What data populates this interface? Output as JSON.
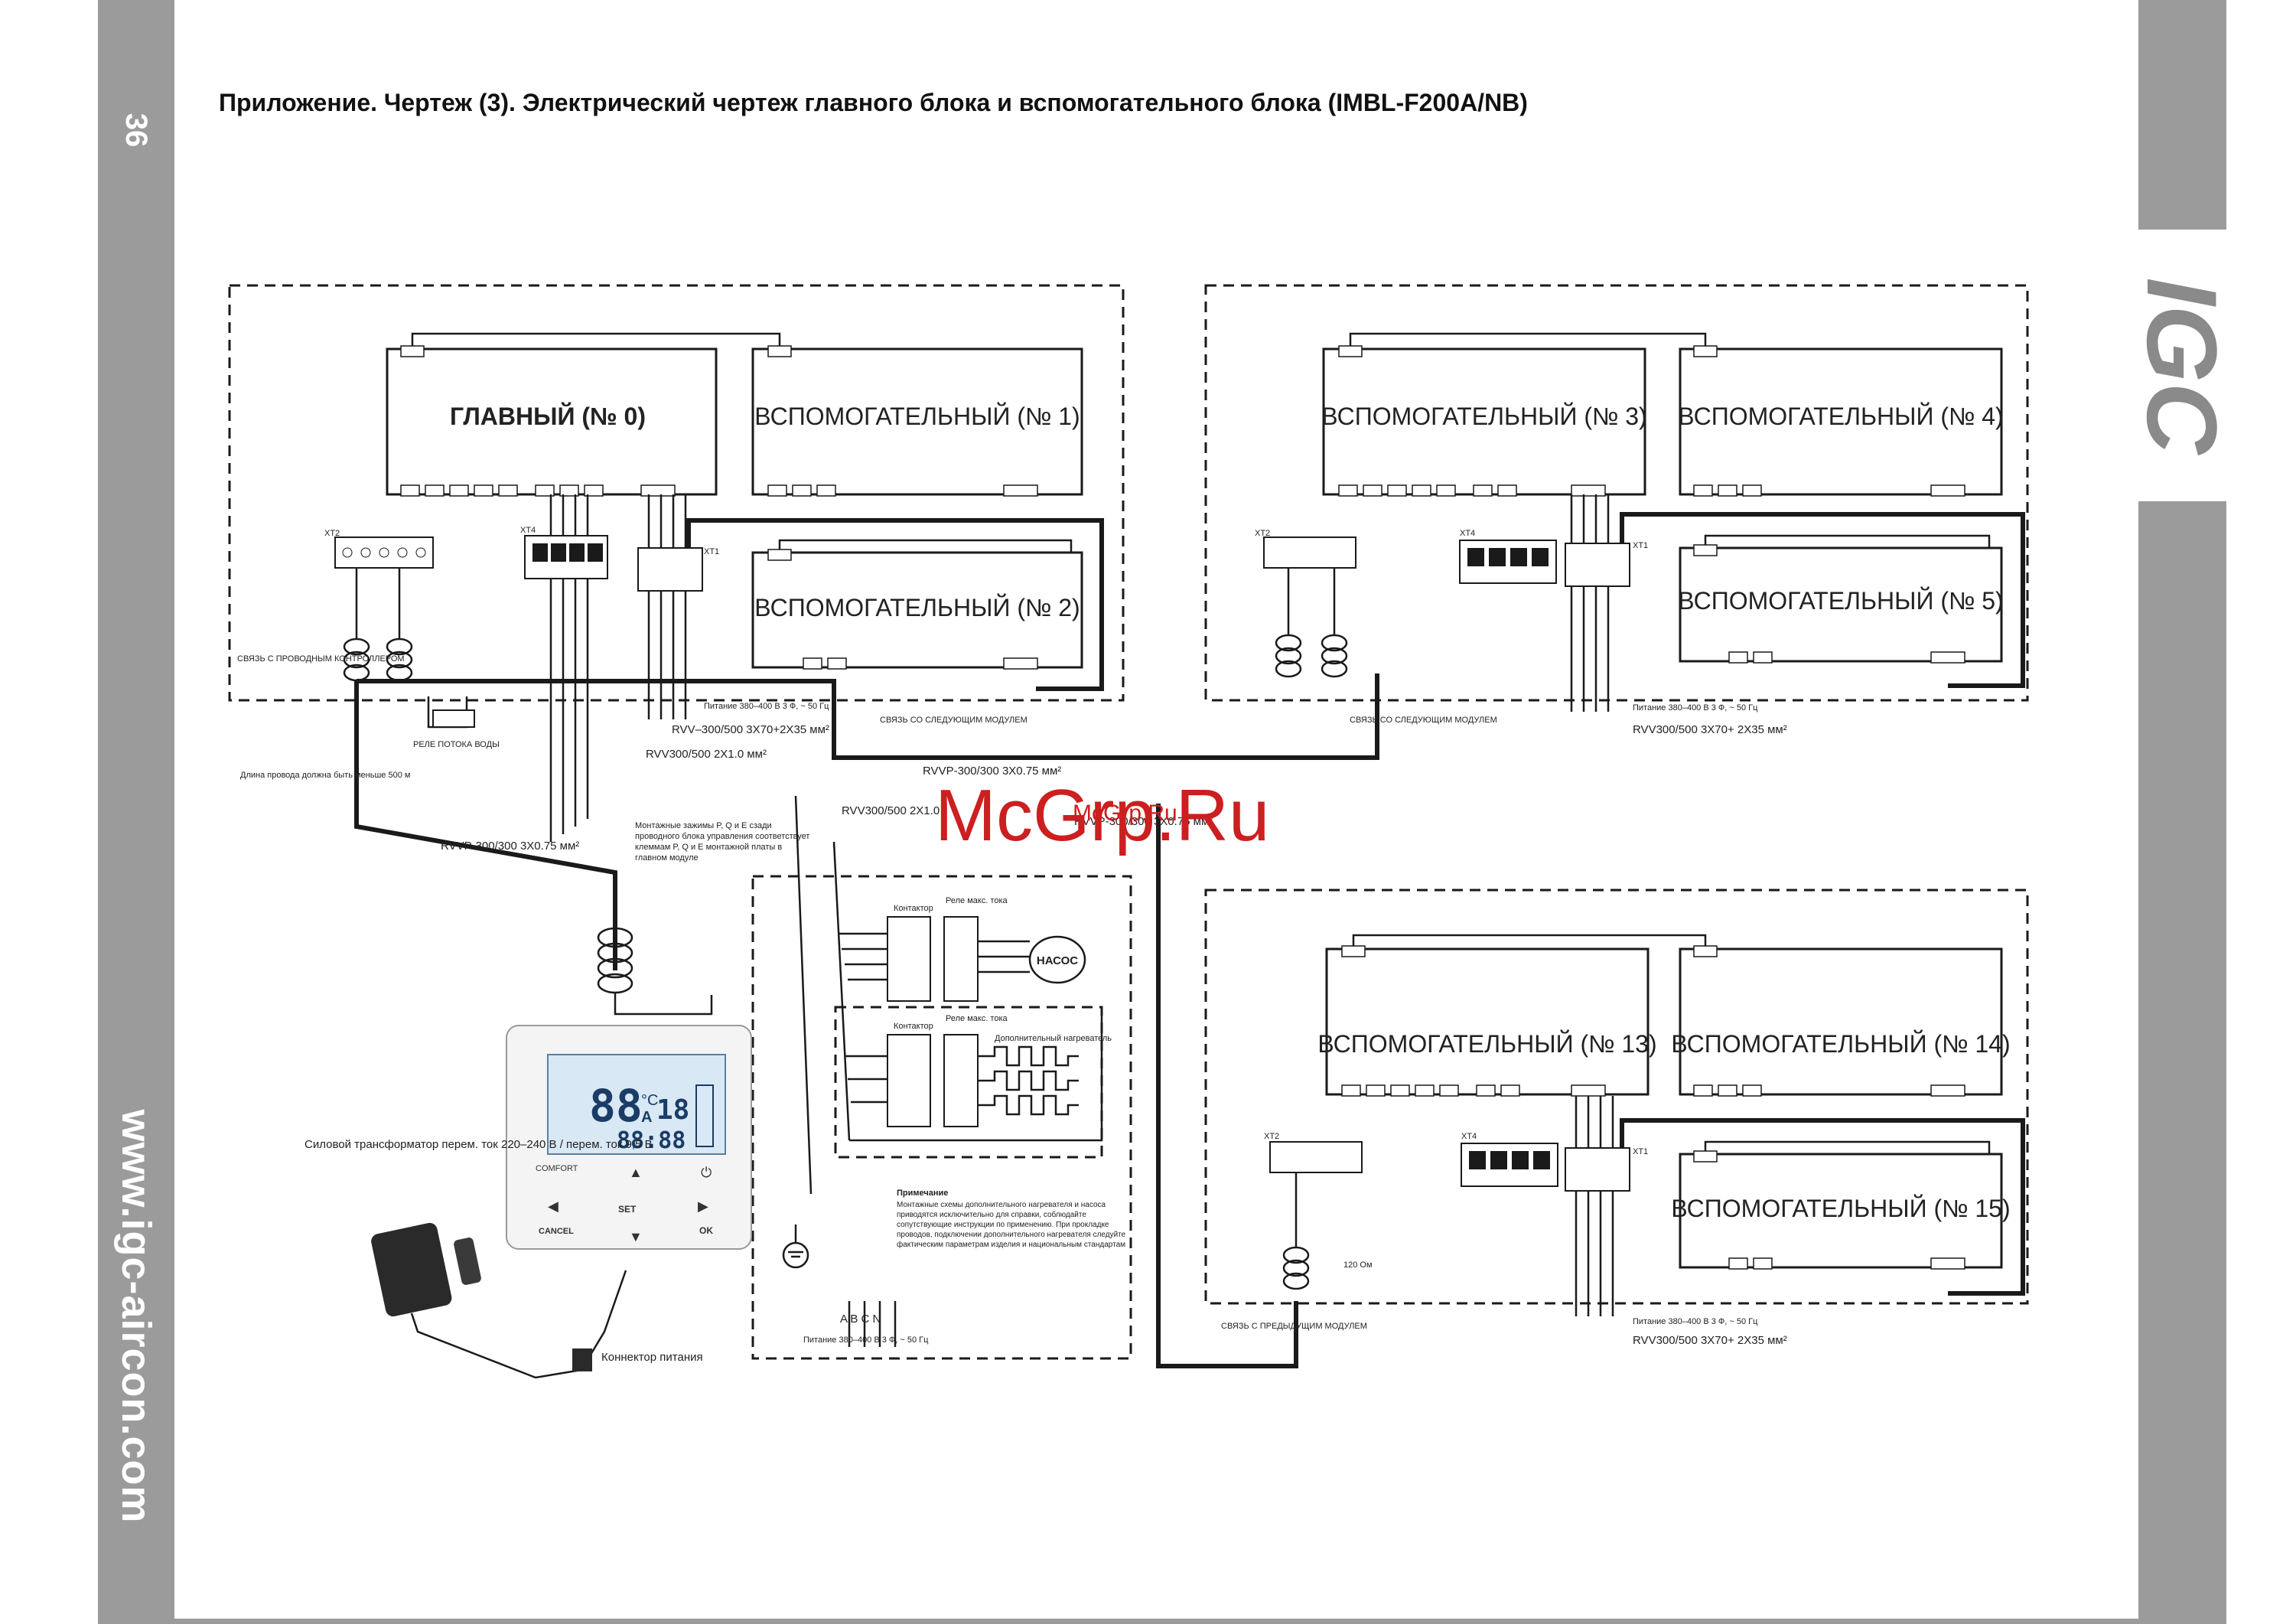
{
  "page": {
    "number": "36",
    "title": "Приложение. Чертеж (3). Электрический чертеж главного блока и вспомогательного блока (IMBL-F200A/NB)",
    "brand": "IGC",
    "url": "www.igc-aircon.com",
    "watermark_main": "McGrp.Ru",
    "watermark_small": "McGrp.Ru"
  },
  "units": {
    "main": "ГЛАВНЫЙ (№ 0)",
    "aux1": "ВСПОМОГАТЕЛЬНЫЙ (№ 1)",
    "aux2": "ВСПОМОГАТЕЛЬНЫЙ (№ 2)",
    "aux3": "ВСПОМОГАТЕЛЬНЫЙ (№ 3)",
    "aux4": "ВСПОМОГАТЕЛЬНЫЙ (№ 4)",
    "aux5": "ВСПОМОГАТЕЛЬНЫЙ (№ 5)",
    "aux13": "ВСПОМОГАТЕЛЬНЫЙ (№ 13)",
    "aux14": "ВСПОМОГАТЕЛЬНЫЙ (№ 14)",
    "aux15": "ВСПОМОГАТЕЛЬНЫЙ (№ 15)"
  },
  "labels": {
    "xt2": "XT2",
    "xt4": "XT4",
    "xt1": "XT1",
    "comm_wired": "СВЯЗЬ С ПРОВОДНЫМ КОНТРОЛЛЕРОМ",
    "flow_relay": "РЕЛЕ ПОТОКА ВОДЫ",
    "power_main": "Питание 380–400 В 3 Ф, ~ 50 Гц",
    "cable_rvv_main": "RVV–300/500 3X70+2X35 мм²",
    "cable_rvv_2x1": "RVV300/500 2X1.0 мм²",
    "comm_next": "СВЯЗЬ СО СЛЕДУЮЩИМ МОДУЛЕМ",
    "cable_rvvp_075": "RVVP-300/300 3X0.75 мм²",
    "cable_rvv_2x1_b": "RVV300/500 2X1.0",
    "cable_rvvp_075_b": "RVVP-300/300 3X0.75 мм²",
    "wire_length": "Длина провода должна быть меньше 500 м",
    "cable_rvvp_ctrl": "RVVP-300/300 3X0.75 мм²",
    "note_pqe": "Монтажные зажимы P, Q и E сзади проводного блока управления соответствует клеммам P, Q и E монтажной платы в главном модуле",
    "contactor": "Контактор",
    "relay": "Реле макс. тока",
    "pump": "НАСОС",
    "extra_heater": "Дополнительный нагреватель",
    "power_right": "Питание 380–400 В 3 Ф, ~ 50 Гц",
    "cable_rvv_right": "RVV300/500 3X70+ 2X35 мм²",
    "comm_next_right": "СВЯЗЬ СО СЛЕДУЮЩИМ МОДУЛЕМ",
    "comm_prev": "СВЯЗЬ С ПРЕДЫДУЩИМ МОДУЛЕМ",
    "power_br": "Питание 380–400 В 3 Ф, ~ 50 Гц",
    "cable_rvv_br": "RVV300/500 3X70+ 2X35 мм²",
    "terminal_120": "120 Ом",
    "abcn": "A B C N",
    "power_abcn": "Питание 380–400 В 3 Ф, ~ 50 Гц",
    "note_heading": "Примечание",
    "note_text": "Монтажные схемы дополнительного нагревателя и насоса приводятся исключительно для справки, соблюдайте сопутствующие инструкции по применению. При прокладке проводов, подключении дополнительного нагревателя следуйте фактическим параметрам изделия и национальным стандартам",
    "transformer": "Силовой трансформатор перем. ток 220–240 В / перем. ток 9,5 В",
    "power_connector": "Коннектор питания"
  },
  "controller": {
    "display_big": "88",
    "display_small": "18",
    "display_unit": "°C",
    "display_mode": "A",
    "display_time": "88:88",
    "btn_comfort": "COMFORT",
    "btn_cancel": "CANCEL",
    "btn_set": "SET",
    "btn_ok": "OK"
  },
  "colors": {
    "line": "#1a1a1a",
    "gray_strip": "#9b9b9b",
    "watermark": "#cc1f1f",
    "lcd": "#d8e8f4"
  }
}
